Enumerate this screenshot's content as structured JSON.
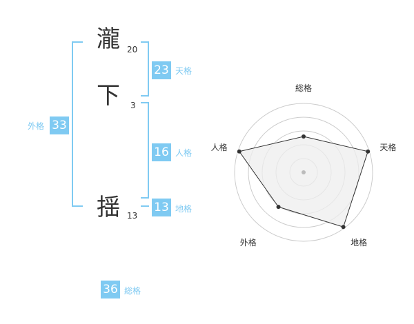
{
  "characters": [
    {
      "char": "瀧",
      "strokes": "20"
    },
    {
      "char": "下",
      "strokes": "3"
    },
    {
      "char": "揺",
      "strokes": "13"
    }
  ],
  "fortunes": {
    "tenkaku": {
      "value": "23",
      "label": "天格"
    },
    "jinkaku": {
      "value": "16",
      "label": "人格"
    },
    "chikaku": {
      "value": "13",
      "label": "地格"
    },
    "gaikaku": {
      "value": "33",
      "label": "外格"
    },
    "soukaku": {
      "value": "36",
      "label": "総格"
    }
  },
  "radar": {
    "axes": [
      "総格",
      "天格",
      "地格",
      "外格",
      "人格"
    ],
    "values": [
      0.52,
      0.98,
      0.98,
      0.62,
      0.98
    ],
    "colors": {
      "accent": "#7fcaf2",
      "ring": "#cccccc",
      "fill": "#eeeeee",
      "line": "#333333",
      "center": "#bbbbbb"
    }
  }
}
